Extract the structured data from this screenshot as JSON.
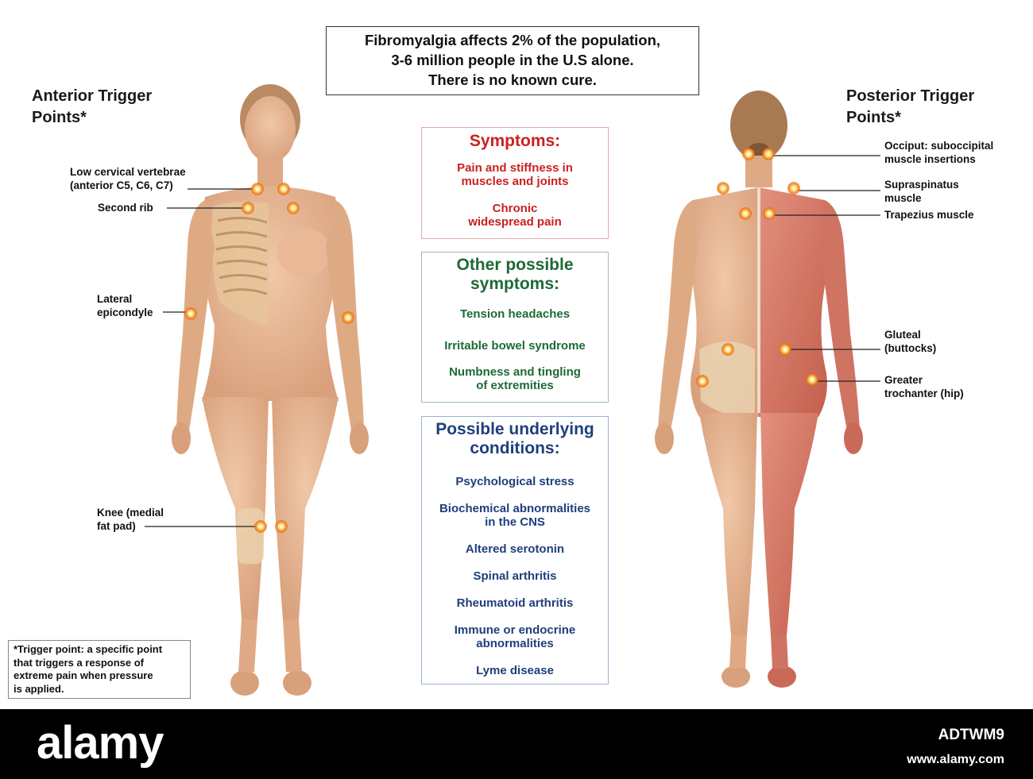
{
  "headline": {
    "line1": "Fibromyalgia affects 2% of the population,",
    "line2": "3-6 million people in the U.S alone.",
    "line3": "There is no known cure."
  },
  "anterior": {
    "title_line1": "Anterior Trigger",
    "title_line2": "Points*",
    "labels": {
      "cervical_line1": "Low cervical vertebrae",
      "cervical_line2": "(anterior C5, C6, C7)",
      "second_rib": "Second rib",
      "epicondyle_line1": "Lateral",
      "epicondyle_line2": "epicondyle",
      "knee_line1": "Knee (medial",
      "knee_line2": "fat pad)"
    }
  },
  "posterior": {
    "title_line1": "Posterior Trigger",
    "title_line2": "Points*",
    "labels": {
      "occiput_line1": "Occiput: suboccipital",
      "occiput_line2": "muscle insertions",
      "supraspinatus_line1": "Supraspinatus",
      "supraspinatus_line2": "muscle",
      "trapezius": "Trapezius muscle",
      "gluteal_line1": "Gluteal",
      "gluteal_line2": "(buttocks)",
      "trochanter_line1": "Greater",
      "trochanter_line2": "trochanter (hip)"
    }
  },
  "symptoms": {
    "heading": "Symptoms:",
    "item1_line1": "Pain and stiffness in",
    "item1_line2": "muscles and joints",
    "item2_line1": "Chronic",
    "item2_line2": "widespread pain"
  },
  "other_symptoms": {
    "heading_line1": "Other possible",
    "heading_line2": "symptoms:",
    "item1": "Tension headaches",
    "item2": "Irritable bowel syndrome",
    "item3_line1": "Numbness and tingling",
    "item3_line2": "of extremities"
  },
  "underlying": {
    "heading_line1": "Possible underlying",
    "heading_line2": "conditions:",
    "item1": "Psychological stress",
    "item2_line1": "Biochemical abnormalities",
    "item2_line2": "in the CNS",
    "item3": "Altered serotonin",
    "item4": "Spinal arthritis",
    "item5": "Rheumatoid arthritis",
    "item6_line1": "Immune or endocrine",
    "item6_line2": "abnormalities",
    "item7": "Lyme disease"
  },
  "footnote": {
    "line1": "*Trigger point: a specific point",
    "line2": "that triggers a response of",
    "line3": "extreme pain when pressure",
    "line4": "is applied."
  },
  "banner": {
    "logo": "alamy",
    "image_id": "ADTWM9",
    "url": "www.alamy.com"
  },
  "colors": {
    "symptoms": "#cc2020",
    "other_symptoms": "#1e6a36",
    "underlying": "#1f3f7c",
    "trigger_point": "#f59a1a",
    "skin": "#e7b999",
    "muscle": "#d77866"
  }
}
